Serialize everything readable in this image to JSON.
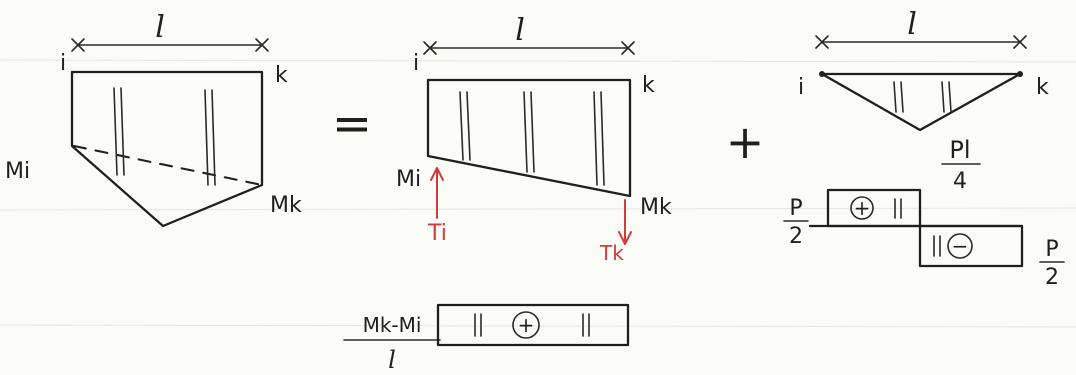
{
  "labels": {
    "span": "l",
    "node_i": "i",
    "node_k": "k",
    "moment_i": "Mi",
    "moment_k": "Mk",
    "shear_i": "Ti",
    "shear_k": "Tk",
    "equals": "=",
    "plus": "+",
    "load_term_num": "Pl",
    "load_term_den": "4",
    "half_load_num": "P",
    "half_load_den": "2",
    "shear_num": "Mk-Mi",
    "shear_den": "l",
    "sign_positive": "+",
    "sign_negative": "−"
  },
  "colors": {
    "ink": "#1f1f1f",
    "annotation": "#d23b3b"
  }
}
